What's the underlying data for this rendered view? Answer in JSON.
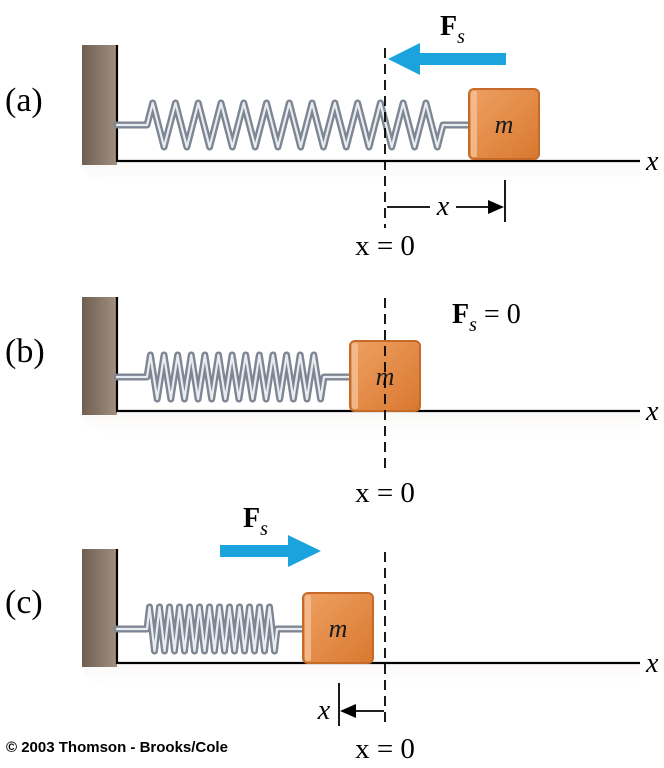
{
  "panels": {
    "a": {
      "label": "(a)",
      "axis_label": "x",
      "mass_label": "m",
      "force_symbol": "F",
      "force_subscript": "s",
      "displacement_label": "x",
      "origin_label": "x = 0"
    },
    "b": {
      "label": "(b)",
      "axis_label": "x",
      "mass_label": "m",
      "force_symbol": "F",
      "force_subscript": "s",
      "force_value": " = 0",
      "origin_label": "x = 0"
    },
    "c": {
      "label": "(c)",
      "axis_label": "x",
      "mass_label": "m",
      "force_symbol": "F",
      "force_subscript": "s",
      "displacement_label": "x",
      "origin_label": "x = 0"
    }
  },
  "copyright": "© 2003 Thomson - Brooks/Cole",
  "colors": {
    "wall": "#8c7a6a",
    "floor_shadow": "#d8cbbd",
    "mass_fill": "#e08a45",
    "mass_edge": "#c56a28",
    "mass_highlight": "#f5c196",
    "force_arrow": "#1aa3dd",
    "spring": "#7d8692",
    "spring_light": "#e9edf1"
  }
}
